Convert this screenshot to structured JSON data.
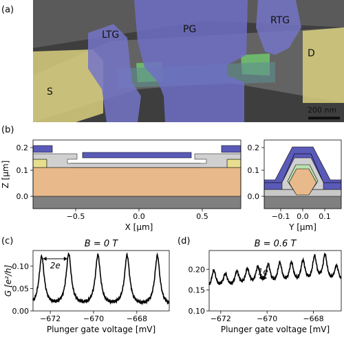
{
  "figure": {
    "panel_labels": [
      "(a)",
      "(b)",
      "(c)",
      "(d)"
    ],
    "colors": {
      "gate_violet": "#5a5ab8",
      "island_green": "#7ed07e",
      "contact_yellow": "#e8df8e",
      "core_orange": "#e8b98a",
      "dielectric_gray": "#c8c8c8",
      "substrate_gray": "#808080",
      "sem_bg": "#4a4a4a"
    }
  },
  "sem": {
    "labels": {
      "source": "S",
      "drain": "D",
      "ltg": "LTG",
      "pg": "PG",
      "rtg": "RTG"
    },
    "scalebar": "200 nm"
  },
  "cross_section_x": {
    "ylabel": "Z [µm]",
    "xlabel": "X [µm]",
    "xticks": [
      "−0.5",
      "0.0",
      "0.5"
    ],
    "yticks": [
      "0.0",
      "0.1",
      "0.2"
    ]
  },
  "cross_section_y": {
    "xlabel": "Y [µm]",
    "xticks": [
      "−0.1",
      "0.0",
      "0.1"
    ],
    "yticks": [
      "0.0",
      "0.1",
      "0.2"
    ]
  },
  "chart_data": [
    {
      "type": "line",
      "title": "B = 0 T",
      "xlabel": "Plunger gate voltage [mV]",
      "ylabel": "G [e²/h]",
      "xlim": [
        -672.8,
        -666.5
      ],
      "ylim": [
        0.0,
        0.135
      ],
      "xticks": [
        -672,
        -670,
        -668
      ],
      "yticks": [
        0.0,
        0.05,
        0.1
      ],
      "annotation": "2e",
      "peaks": [
        {
          "x": -672.4,
          "y": 0.12
        },
        {
          "x": -671.15,
          "y": 0.125
        },
        {
          "x": -669.8,
          "y": 0.123
        },
        {
          "x": -668.45,
          "y": 0.122
        },
        {
          "x": -667.05,
          "y": 0.122
        }
      ],
      "baseline": 0.01,
      "peak_width": 0.18
    },
    {
      "type": "line",
      "title": "B = 0.6 T",
      "xlabel": "Plunger gate voltage [mV]",
      "ylabel": "",
      "xlim": [
        -672.5,
        -666.8
      ],
      "ylim": [
        0.1,
        0.245
      ],
      "xticks": [
        -672,
        -670,
        -668
      ],
      "yticks": [
        0.1,
        0.15,
        0.2
      ],
      "annotation": "1e",
      "peaks": [
        {
          "x": -672.3,
          "y": 0.195
        },
        {
          "x": -671.8,
          "y": 0.185
        },
        {
          "x": -671.3,
          "y": 0.19
        },
        {
          "x": -670.85,
          "y": 0.195
        },
        {
          "x": -670.4,
          "y": 0.2
        },
        {
          "x": -669.95,
          "y": 0.205
        },
        {
          "x": -669.45,
          "y": 0.21
        },
        {
          "x": -668.95,
          "y": 0.21
        },
        {
          "x": -668.45,
          "y": 0.215
        },
        {
          "x": -667.95,
          "y": 0.225
        },
        {
          "x": -667.5,
          "y": 0.23
        },
        {
          "x": -667.0,
          "y": 0.205
        }
      ],
      "baseline_start": 0.15,
      "baseline_end": 0.165,
      "peak_width": 0.14
    }
  ]
}
